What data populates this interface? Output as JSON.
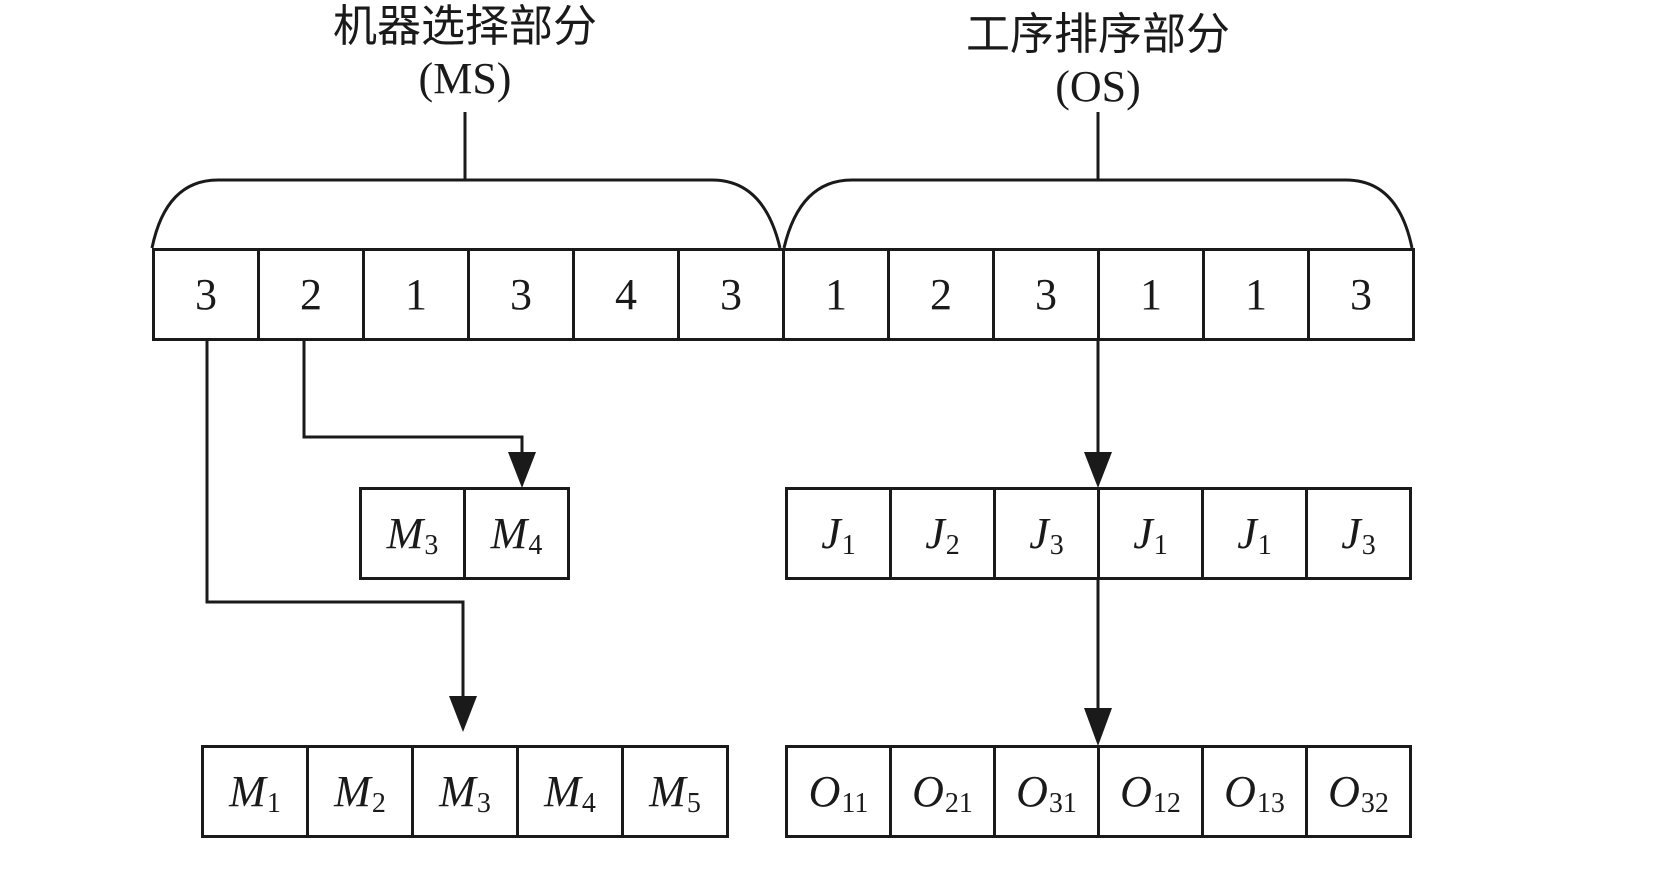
{
  "ms": {
    "title": "机器选择部分",
    "abbr": "(MS)"
  },
  "os": {
    "title": "工序排序部分",
    "abbr": "(OS)"
  },
  "chromosome": {
    "ms_genes": [
      "3",
      "2",
      "1",
      "3",
      "4",
      "3"
    ],
    "os_genes": [
      "1",
      "2",
      "3",
      "1",
      "1",
      "3"
    ]
  },
  "candidate_machines_op2": [
    {
      "sym": "M",
      "sub": "3"
    },
    {
      "sym": "M",
      "sub": "4"
    }
  ],
  "candidate_machines_op1": [
    {
      "sym": "M",
      "sub": "1"
    },
    {
      "sym": "M",
      "sub": "2"
    },
    {
      "sym": "M",
      "sub": "3"
    },
    {
      "sym": "M",
      "sub": "4"
    },
    {
      "sym": "M",
      "sub": "5"
    }
  ],
  "job_sequence": [
    {
      "sym": "J",
      "sub": "1"
    },
    {
      "sym": "J",
      "sub": "2"
    },
    {
      "sym": "J",
      "sub": "3"
    },
    {
      "sym": "J",
      "sub": "1"
    },
    {
      "sym": "J",
      "sub": "1"
    },
    {
      "sym": "J",
      "sub": "3"
    }
  ],
  "operation_sequence": [
    {
      "sym": "O",
      "sub": "11"
    },
    {
      "sym": "O",
      "sub": "21"
    },
    {
      "sym": "O",
      "sub": "31"
    },
    {
      "sym": "O",
      "sub": "12"
    },
    {
      "sym": "O",
      "sub": "13"
    },
    {
      "sym": "O",
      "sub": "32"
    }
  ],
  "colors": {
    "stroke": "#1a1a1a",
    "background": "#ffffff"
  }
}
